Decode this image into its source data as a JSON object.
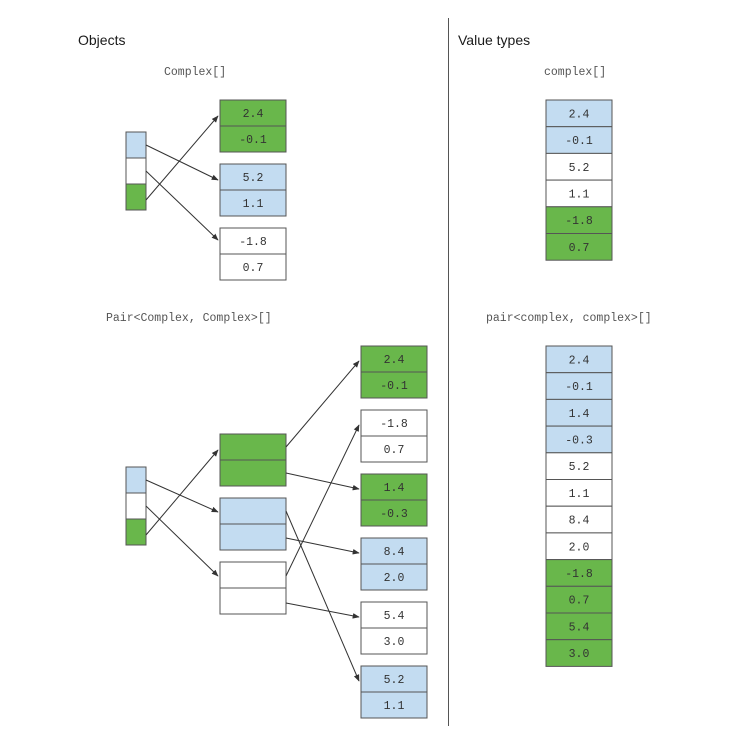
{
  "left": {
    "heading": "Objects",
    "array_label": "Complex[]",
    "pair_array_label": "Pair<Complex, Complex>[]",
    "complex_objects": [
      {
        "re": "2.4",
        "im": "-0.1"
      },
      {
        "re": "5.2",
        "im": "1.1"
      },
      {
        "re": "-1.8",
        "im": "0.7"
      }
    ],
    "pair_complex_objects": [
      {
        "re": "2.4",
        "im": "-0.1"
      },
      {
        "re": "-1.8",
        "im": "0.7"
      },
      {
        "re": "1.4",
        "im": "-0.3"
      },
      {
        "re": "8.4",
        "im": "2.0"
      },
      {
        "re": "5.4",
        "im": "3.0"
      },
      {
        "re": "5.2",
        "im": "1.1"
      }
    ]
  },
  "right": {
    "heading": "Value types",
    "array_label": "complex[]",
    "pair_array_label": "pair<complex, complex>[]",
    "complex_values": [
      "2.4",
      "-0.1",
      "5.2",
      "1.1",
      "-1.8",
      "0.7"
    ],
    "pair_values": [
      "2.4",
      "-0.1",
      "1.4",
      "-0.3",
      "5.2",
      "1.1",
      "8.4",
      "2.0",
      "-1.8",
      "0.7",
      "5.4",
      "3.0"
    ]
  },
  "colors": {
    "green": "#69b74b",
    "blue": "#c3dcf1",
    "white": "#ffffff",
    "stroke": "#555555"
  }
}
